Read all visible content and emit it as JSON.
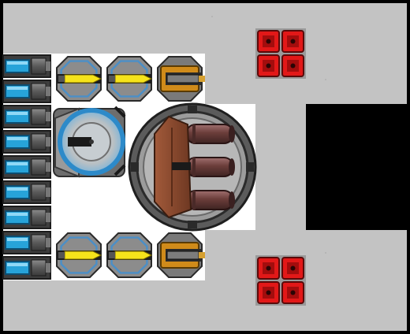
{
  "ship_deck": {
    "colors": {
      "frame": "#000000",
      "floor": "#c3c3c3",
      "white_zone": "#ffffff",
      "void": "#000000",
      "ammo_red": "#cc1111",
      "ammo_cell": "#e21818",
      "shell_yellow": "#f5e31b",
      "bracket_orange": "#d08b1a",
      "cooler_cyan": "#27a3d9",
      "turret_wood": "#8a4a30",
      "barrel_maroon": "#6b3d3a"
    },
    "ammo_crates": [
      {
        "id": "crate-top",
        "cells": 4
      },
      {
        "id": "crate-bottom",
        "cells": 4
      }
    ],
    "cooling_cells": 9,
    "missile_launchers": [
      {
        "id": "launcher-top-1",
        "icon": "missile-launcher-icon"
      },
      {
        "id": "launcher-top-2",
        "icon": "missile-launcher-icon"
      },
      {
        "id": "launcher-bottom-1",
        "icon": "missile-launcher-icon"
      },
      {
        "id": "launcher-bottom-2",
        "icon": "missile-launcher-icon"
      }
    ],
    "autoloaders": [
      {
        "id": "autoloader-top",
        "icon": "autoloader-icon"
      },
      {
        "id": "autoloader-bottom",
        "icon": "autoloader-icon"
      }
    ],
    "shield_generator": {
      "icon": "shield-generator-icon"
    },
    "main_turret": {
      "icon": "triple-cannon-turret-icon",
      "barrels": 3
    }
  }
}
